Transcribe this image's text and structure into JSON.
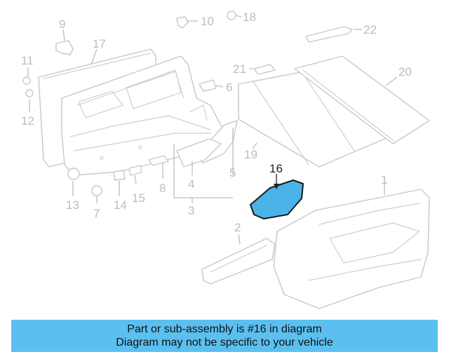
{
  "callouts": {
    "c1": "1",
    "c2": "2",
    "c3": "3",
    "c4": "4",
    "c5": "5",
    "c6": "6",
    "c7": "7",
    "c8": "8",
    "c9": "9",
    "c10": "10",
    "c11": "11",
    "c12": "12",
    "c13": "13",
    "c14": "14",
    "c15": "15",
    "c16": "16",
    "c17": "17",
    "c18": "18",
    "c19": "19",
    "c20": "20",
    "c21": "21",
    "c22": "22"
  },
  "highlighted_part": "16",
  "colors": {
    "highlight": "#4ab3e8",
    "banner": "#5bc0f0",
    "line_art": "#c8c8c8"
  },
  "banner": {
    "line1": "Part or sub-assembly is #16 in diagram",
    "line2": "Diagram may not be specific to your vehicle"
  }
}
